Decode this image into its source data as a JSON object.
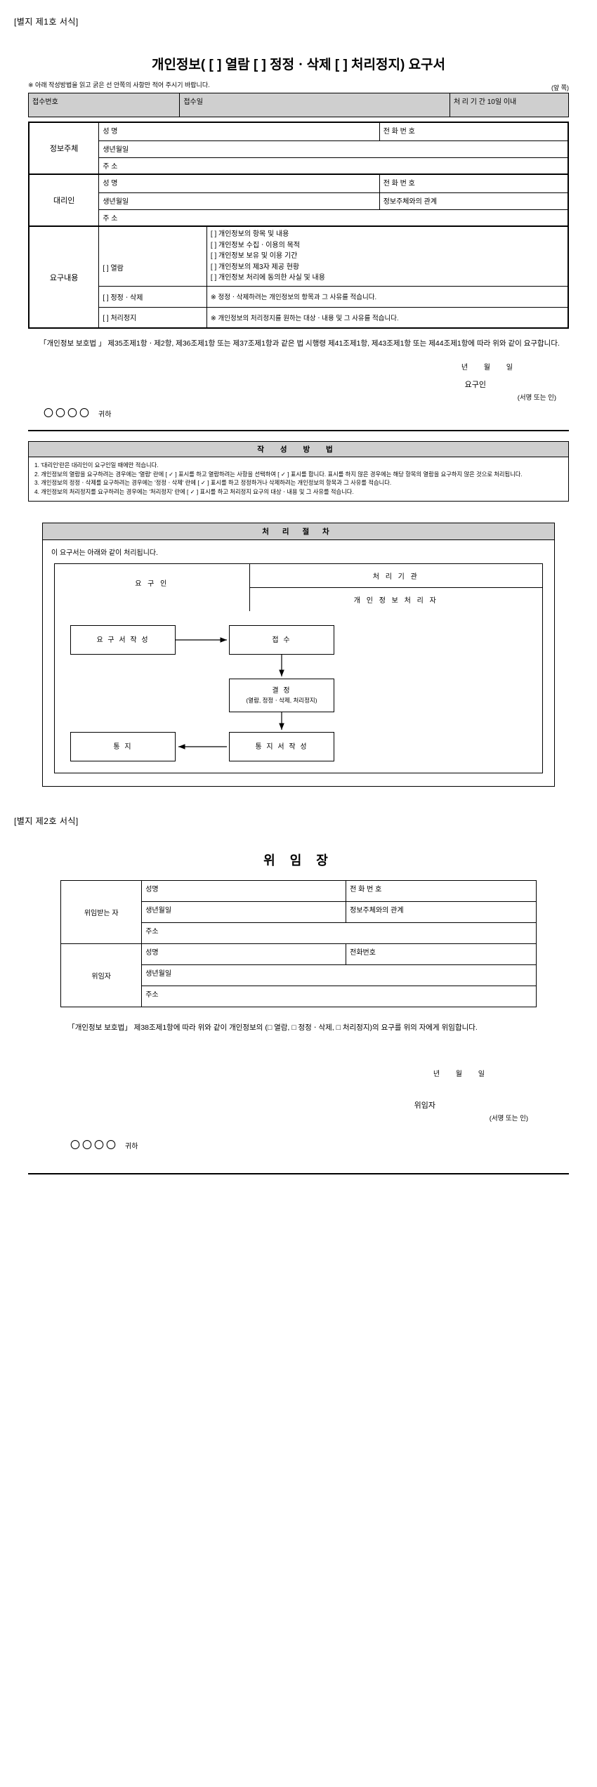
{
  "form1": {
    "annex_label": "[별지 제1호 서식]",
    "title": "개인정보( [   ] 열람   [   ] 정정ㆍ삭제   [   ] 처리정지) 요구서",
    "note": "※ 아래 작성방법을 읽고 굵은 선 안쪽의 사항만 적어 주시기 바랍니다.",
    "page_mark": "(앞 쪽)",
    "receipt": {
      "number_label": "접수번호",
      "date_label": "접수일",
      "period_label": "처 리 기 간",
      "period_value": "10일 이내"
    },
    "subject": {
      "group_label": "정보주체",
      "name_label": "성    명",
      "phone_label": "전 화 번 호",
      "birth_label": "생년월일",
      "address_label": "주   소"
    },
    "agent": {
      "group_label": "대리인",
      "name_label": "성    명",
      "phone_label": "전 화 번 호",
      "birth_label": "생년월일",
      "relation_label": "정보주체와의 관계",
      "address_label": "주   소"
    },
    "request": {
      "group_label": "요구내용",
      "view_label": "[    ] 열람",
      "view_items": [
        "[   ] 개인정보의 항목 및 내용",
        "[   ] 개인정보 수집ㆍ이용의 목적",
        "[   ] 개인정보 보유 및 이용 기간",
        "[   ] 개인정보의 제3자 제공 현황",
        "[   ] 개인정보 처리에 동의한 사실 및 내용"
      ],
      "correct_label": "[    ] 정정ㆍ삭제",
      "correct_note": "※ 정정ㆍ삭제하려는 개인정보의 항목과 그 사유를 적습니다.",
      "stop_label": "[    ] 처리정지",
      "stop_note": "※ 개인정보의 처리정지를 원하는 대상ㆍ내용 및 그 사유를 적습니다."
    },
    "legal_text": "「개인정보 보호법 」 제35조제1항ㆍ제2항, 제36조제1항 또는 제37조제1항과 같은 법 시행령 제41조제1항, 제43조제1항 또는 제44조제1항에 따라 위와 같이 요구합니다.",
    "date_line": "년      월      일",
    "requester_label": "요구인",
    "sign_label": "(서명 또는 인)",
    "addressee_mark": "〇〇〇〇",
    "addressee_suffix": "귀하"
  },
  "howto": {
    "heading": "작 성 방 법",
    "items": [
      "1. '대리인'란은 대리인이 요구인일 때에만 적습니다.",
      "2. 개인정보의 열람을 요구하려는 경우에는 '열람' 란에  [ ✓ ] 표시를 하고 열람하려는 사항을 선택하여  [ ✓ ] 표시를 합니다. 표시를 하지 않은 경우에는 해당 항목의 열람을 요구하지 않은 것으로 처리됩니다.",
      "3. 개인정보의 정정ㆍ삭제를 요구하려는 경우에는 '정정ㆍ삭제' 란에  [ ✓ ] 표시를 하고 정정하거나 삭제하려는 개인정보의 항목과 그 사유를 적습니다.",
      "4. 개인정보의 처리정지를 요구하려는 경우에는 '처리정지' 란에  [ ✓ ] 표시를 하고 처리정지 요구의 대상ㆍ내용 및 그 사유를 적습니다."
    ]
  },
  "flow": {
    "heading": "처 리 절 차",
    "intro": "이 요구서는 아래와 같이 처리됩니다.",
    "col_left_header": "요 구 인",
    "col_right_header_1": "처 리 기 관",
    "col_right_header_2": "개 인 정 보 처 리 자",
    "box_write": "요 구 서 작 성",
    "box_receive": "접   수",
    "box_decide_1": "결   정",
    "box_decide_2": "(열람, 정정ㆍ삭제, 처리정지)",
    "box_notice_write": "통 지 서 작 성",
    "box_notice": "통   지"
  },
  "form2": {
    "annex_label": "[별지 제2호 서식]",
    "title": "위 임 장",
    "delegatee": {
      "group_label": "위임받는 자",
      "name_label": "성명",
      "phone_label": "전 화 번 호",
      "birth_label": "생년월일",
      "relation_label": "정보주체와의 관계",
      "address_label": "주소"
    },
    "delegator": {
      "group_label": "위임자",
      "name_label": "성명",
      "phone_label": "전화번호",
      "birth_label": "생년월일",
      "address_label": "주소"
    },
    "legal_text": "「개인정보 보호법」 제38조제1항에 따라 위와 같이 개인정보의 (□ 열람, □ 정정ㆍ삭제, □ 처리정지)의 요구를 위의 자에게 위임합니다.",
    "date_line": "년      월      일",
    "delegator_label": "위임자",
    "sign_label": "(서명 또는 인)",
    "addressee_mark": "〇〇〇〇",
    "addressee_suffix": "귀하"
  }
}
